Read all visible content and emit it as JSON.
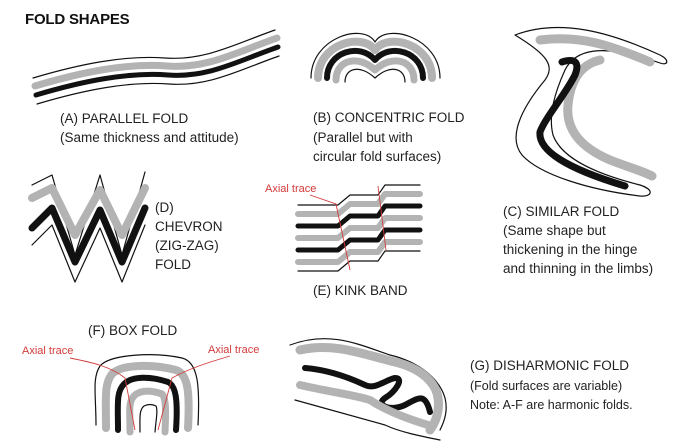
{
  "title": "FOLD SHAPES",
  "accent_color": "#d33a3a",
  "layer_colors": {
    "competent": "#b3b3b3",
    "marker": "#111111"
  },
  "folds": {
    "parallel": {
      "name": "(A) PARALLEL FOLD",
      "desc": [
        "(Same thickness and attitude)"
      ]
    },
    "concentric": {
      "name": "(B) CONCENTRIC FOLD",
      "desc": [
        "(Parallel but  with",
        "circular fold surfaces)"
      ]
    },
    "similar": {
      "name": "(C) SIMILAR FOLD",
      "desc": [
        "(Same shape but",
        "thickening in the hinge",
        "and thinning in the limbs)"
      ]
    },
    "chevron": {
      "name_lines": [
        "(D)",
        "CHEVRON",
        "(ZIG-ZAG)",
        "FOLD"
      ]
    },
    "kink": {
      "name": "(E) KINK BAND",
      "axial_label": "Axial trace"
    },
    "box": {
      "name": "(F) BOX FOLD",
      "axial_left": "Axial trace",
      "axial_right": "Axial trace"
    },
    "disharmonic": {
      "name": "(G) DISHARMONIC FOLD",
      "desc": [
        "(Fold surfaces are variable)"
      ],
      "note": "Note: A-F are harmonic folds."
    }
  }
}
